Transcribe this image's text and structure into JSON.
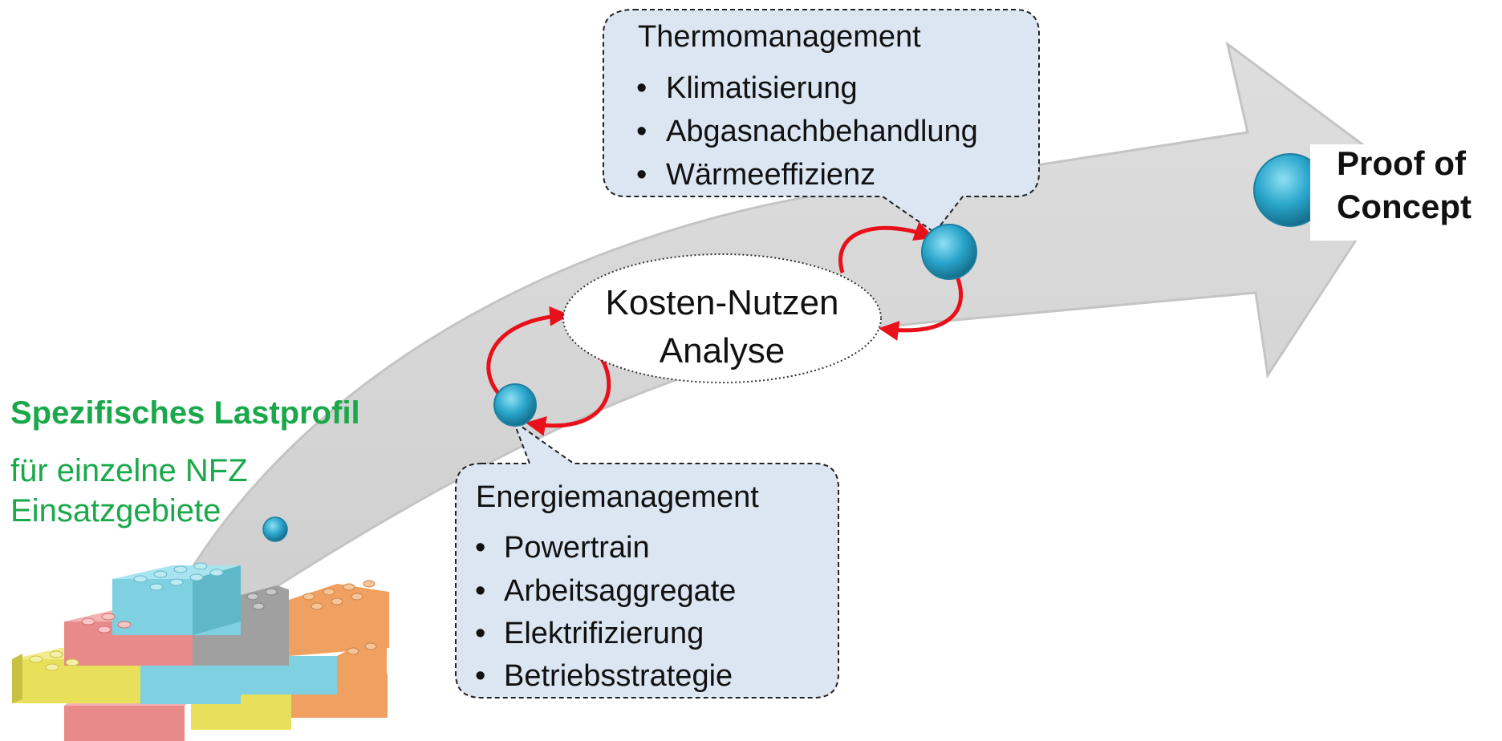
{
  "start": {
    "heading": "Spezifisches Lastprofil",
    "line1": "für einzelne NFZ",
    "line2": "Einsatzgebiete",
    "color": "#1aa84a"
  },
  "center": {
    "line1": "Kosten-Nutzen",
    "line2": "Analyse"
  },
  "thermo": {
    "title": "Thermomanagement",
    "items": [
      "Klimatisierung",
      "Abgasnachbehandlung",
      "Wärmeeffizienz"
    ]
  },
  "energy": {
    "title": "Energiemanagement",
    "items": [
      "Powertrain",
      "Arbeitsaggregate",
      "Elektrifizierung",
      "Betriebsstrategie"
    ]
  },
  "goal": {
    "line1": "Proof of",
    "line2": "Concept"
  },
  "colors": {
    "arrow_fill": "#d9d9d9",
    "callout_fill": "#dce6f2",
    "cycle_arrow": "#e8111b",
    "node": "#2aa6cc",
    "bullet": "•"
  },
  "bricks": {
    "colors": [
      "#e8e05a",
      "#e88a8a",
      "#7fd0e0",
      "#a0a0a0",
      "#f0a060"
    ]
  }
}
